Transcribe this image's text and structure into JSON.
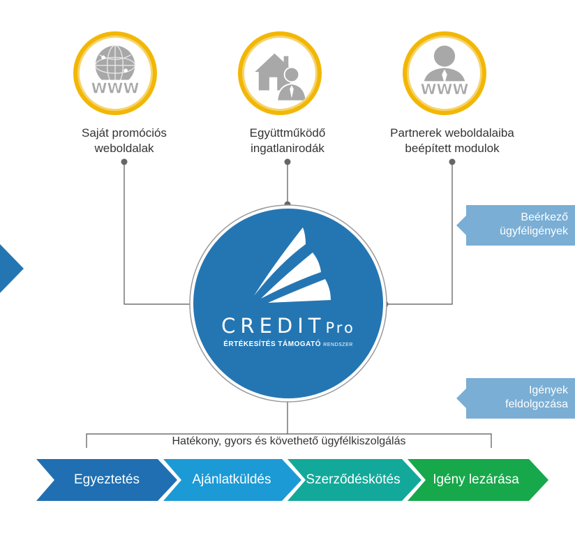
{
  "sources": [
    {
      "name": "Saját promóciós weboldalak",
      "line1": "Saját promóciós",
      "line2": "weboldalak",
      "icon": "globe-www-icon"
    },
    {
      "name": "Együttműködő ingatlanirodák",
      "line1": "Együttműködő",
      "line2": "ingatlanirodák",
      "icon": "house-agent-icon"
    },
    {
      "name": "Partnerek weboldalaiba beépített modulok",
      "line1": "Partnerek weboldalaiba",
      "line2": "beépített modulok",
      "icon": "person-www-icon"
    }
  ],
  "www_text": "WWW",
  "center": {
    "brand": "CREDIT",
    "brand_suffix": "Pro",
    "subtitle": "ÉRTÉKESÍTÉS TÁMOGATÓ",
    "subtitle_small": "RENDSZER"
  },
  "tags": {
    "incoming_line1": "Beérkező",
    "incoming_line2": "ügyféligények",
    "processing_line1": "Igények",
    "processing_line2": "feldolgozása"
  },
  "service_label": "Hatékony, gyors és követhető ügyfélkiszolgálás",
  "steps": [
    {
      "label": "Egyeztetés",
      "color": "#1f6fb2"
    },
    {
      "label": "Ajánlatküldés",
      "color": "#1c9ad6"
    },
    {
      "label": "Szerződéskötés",
      "color": "#13a99a"
    },
    {
      "label": "Igény lezárása",
      "color": "#17a84b"
    }
  ],
  "colors": {
    "ring": "#f2b705",
    "center": "#2476b3",
    "tag": "#7aaed4",
    "connector": "#666666",
    "icon_gray": "#9d9d9d"
  }
}
